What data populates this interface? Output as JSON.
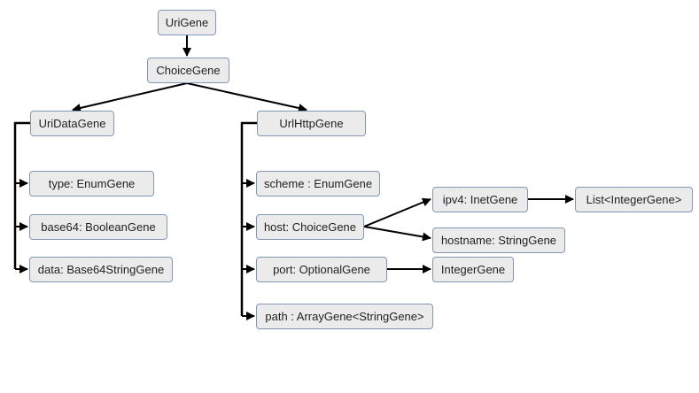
{
  "nodes": {
    "urigene": "UriGene",
    "choicegene": "ChoiceGene",
    "uridatagene": "UriDataGene",
    "urlhttpgene": "UrlHttpGene",
    "type": "type: EnumGene",
    "base64": "base64: BooleanGene",
    "data": "data: Base64StringGene",
    "scheme": "scheme : EnumGene",
    "host": "host: ChoiceGene",
    "port": "port: OptionalGene",
    "path": "path : ArrayGene<StringGene>",
    "ipv4": "ipv4: InetGene",
    "hostname": "hostname: StringGene",
    "integergene": "IntegerGene",
    "list": "List<IntegerGene>"
  },
  "colors": {
    "box_fill": "#ebebeb",
    "box_border": "#8396b8",
    "edge": "#000000"
  }
}
